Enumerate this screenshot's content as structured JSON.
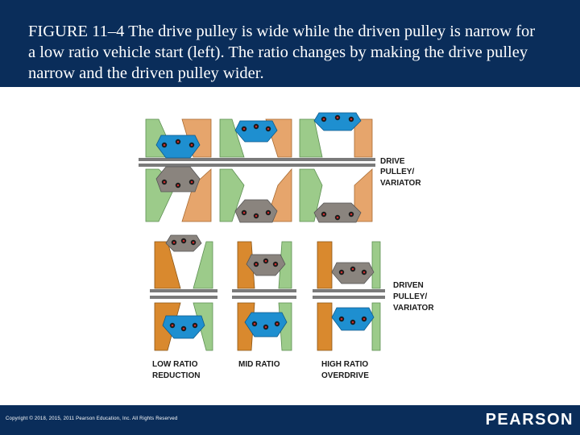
{
  "caption": "FIGURE 11–4  The drive pulley is wide while the driven pulley is narrow for a low ratio vehicle start (left). The ratio changes by making the drive pulley narrow and the driven pulley wider.",
  "figure": {
    "drive_label": [
      "DRIVE",
      "PULLEY/",
      "VARIATOR"
    ],
    "driven_label": [
      "DRIVEN",
      "PULLEY/",
      "VARIATOR"
    ],
    "columns": [
      [
        "LOW RATIO",
        "REDUCTION"
      ],
      [
        "MID RATIO"
      ],
      [
        "HIGH RATIO",
        "OVERDRIVE"
      ]
    ]
  },
  "footer": {
    "copyright": "Copyright © 2018, 2015, 2011 Pearson Education, Inc. All Rights Reserved",
    "logo": "PEARSON"
  },
  "colors": {
    "header": "#0a2d5a",
    "green": "#9ccb8a",
    "tan": "#e6a56c",
    "orange": "#d9892e",
    "blue": "#1e8fd0",
    "gray": "#8a847e"
  }
}
